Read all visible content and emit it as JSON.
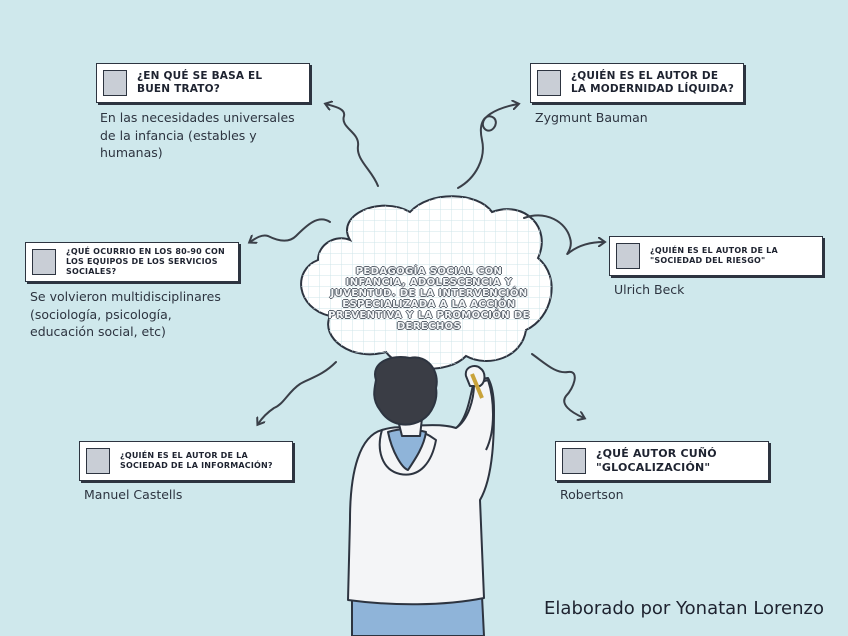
{
  "center": {
    "title": "PEDAGOGÍA SOCIAL CON INFANCIA, ADOLESCENCIA Y JUVENTUD. DE LA INTERVENCIÓN ESPECIALIZADA A LA ACCIÓN PREVENTIVA Y LA PROMOCIÓN DE DERECHOS"
  },
  "nodes": [
    {
      "question": "¿EN QUÉ SE BASA EL BUEN TRATO?",
      "answer": "En las necesidades universales de la infancia (estables y humanas)"
    },
    {
      "question": "¿QUIÉN ES EL AUTOR DE LA MODERNIDAD LÍQUIDA?",
      "answer": "Zygmunt Bauman"
    },
    {
      "question": "¿QUÉ OCURRIO EN LOS 80-90 CON LOS EQUIPOS DE LOS SERVICIOS SOCIALES?",
      "answer": "Se volvieron multidisciplinares (sociología, psicología, educación social, etc)"
    },
    {
      "question": "¿QUIÉN ES EL AUTOR DE LA \"SOCIEDAD DEL RIESGO\"",
      "answer": "Ulrich Beck"
    },
    {
      "question": "¿QUIÉN ES EL AUTOR DE LA SOCIEDAD DE LA INFORMACIÓN?",
      "answer": "Manuel Castells"
    },
    {
      "question": "¿QUÉ AUTOR CUÑÓ \"GLOCALIZACIÓN\"",
      "answer": "Robertson"
    }
  ],
  "footer": {
    "credit": "Elaborado por Yonatan Lorenzo"
  },
  "colors": {
    "background": "#cfe8ec",
    "ink": "#2d3440",
    "cloud": "#ffffff",
    "shirt": "#f4f5f7",
    "hair": "#3a3d45",
    "jeans": "#8fb4d9"
  }
}
